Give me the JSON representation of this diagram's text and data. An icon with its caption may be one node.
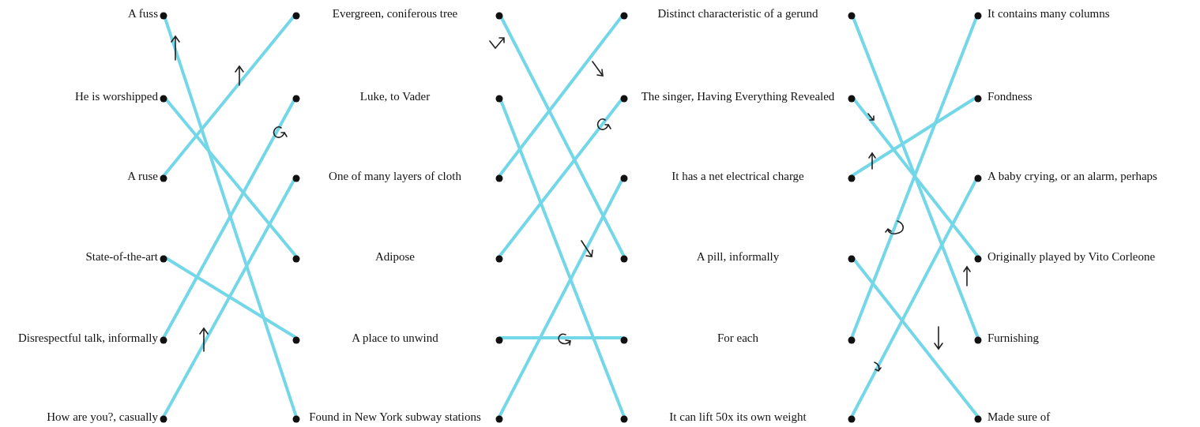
{
  "diagram": {
    "nodes": [
      {
        "text": [
          "A fuss"
        ]
      },
      {
        "text": [
          "Evergreen, coniferous tree"
        ]
      },
      {
        "text": [
          "Distinct characteristic of a gerund"
        ]
      },
      {
        "text": [
          "It contains many columns"
        ]
      },
      {
        "text": [
          "He is worshipped"
        ]
      },
      {
        "text": [
          "Luke, to Vader"
        ]
      },
      {
        "text": [
          "The singer, Having Everything Revealed"
        ]
      },
      {
        "text": [
          "Fondness"
        ]
      },
      {
        "text": [
          "A ruse"
        ]
      },
      {
        "text": [
          "One of many layers of cloth"
        ]
      },
      {
        "text": [
          "It has a net electrical charge"
        ]
      },
      {
        "text": [
          "A baby crying, or an alarm, perhaps"
        ]
      },
      {
        "text": [
          "State-of-the-art"
        ]
      },
      {
        "text": [
          "Adipose"
        ]
      },
      {
        "text": [
          "A pill, informally"
        ]
      },
      {
        "text": [
          "Originally played by Vito Corleone"
        ]
      },
      {
        "text": [
          "Disrespectful talk, informally"
        ]
      },
      {
        "text": [
          "A place to unwind"
        ]
      },
      {
        "text": [
          "For each"
        ]
      },
      {
        "text": [
          "Furnishing"
        ]
      },
      {
        "text": [
          "How are you?, casually"
        ]
      },
      {
        "text": [
          "Found in New York subway stations"
        ]
      },
      {
        "text": [
          "It can lift 50x its own weight"
        ]
      },
      {
        "text": [
          "Made sure of"
        ]
      }
    ],
    "edges": [
      {
        "from": 0,
        "to": 21,
        "arrow": "none"
      },
      {
        "from": 4,
        "to": 13,
        "arrow": "none"
      },
      {
        "from": 8,
        "to": 1,
        "arrow": "none"
      },
      {
        "from": 12,
        "to": 17,
        "arrow": "none"
      },
      {
        "from": 16,
        "to": 5,
        "arrow": "none"
      },
      {
        "from": 20,
        "to": 9,
        "arrow": "none"
      },
      {
        "from": 1,
        "to": 14,
        "arrow": "none"
      },
      {
        "from": 5,
        "to": 22,
        "arrow": "none"
      },
      {
        "from": 9,
        "to": 2,
        "arrow": "none"
      },
      {
        "from": 13,
        "to": 6,
        "arrow": "none"
      },
      {
        "from": 17,
        "to": 18,
        "arrow": "none"
      },
      {
        "from": 21,
        "to": 10,
        "arrow": "none"
      },
      {
        "from": 2,
        "to": 19,
        "arrow": "none"
      },
      {
        "from": 6,
        "to": 15,
        "arrow": "none"
      },
      {
        "from": 10,
        "to": 7,
        "arrow": "none"
      },
      {
        "from": 14,
        "to": 23,
        "arrow": "none"
      },
      {
        "from": 18,
        "to": 3,
        "arrow": "none"
      },
      {
        "from": 22,
        "to": 11,
        "arrow": "none"
      }
    ]
  }
}
